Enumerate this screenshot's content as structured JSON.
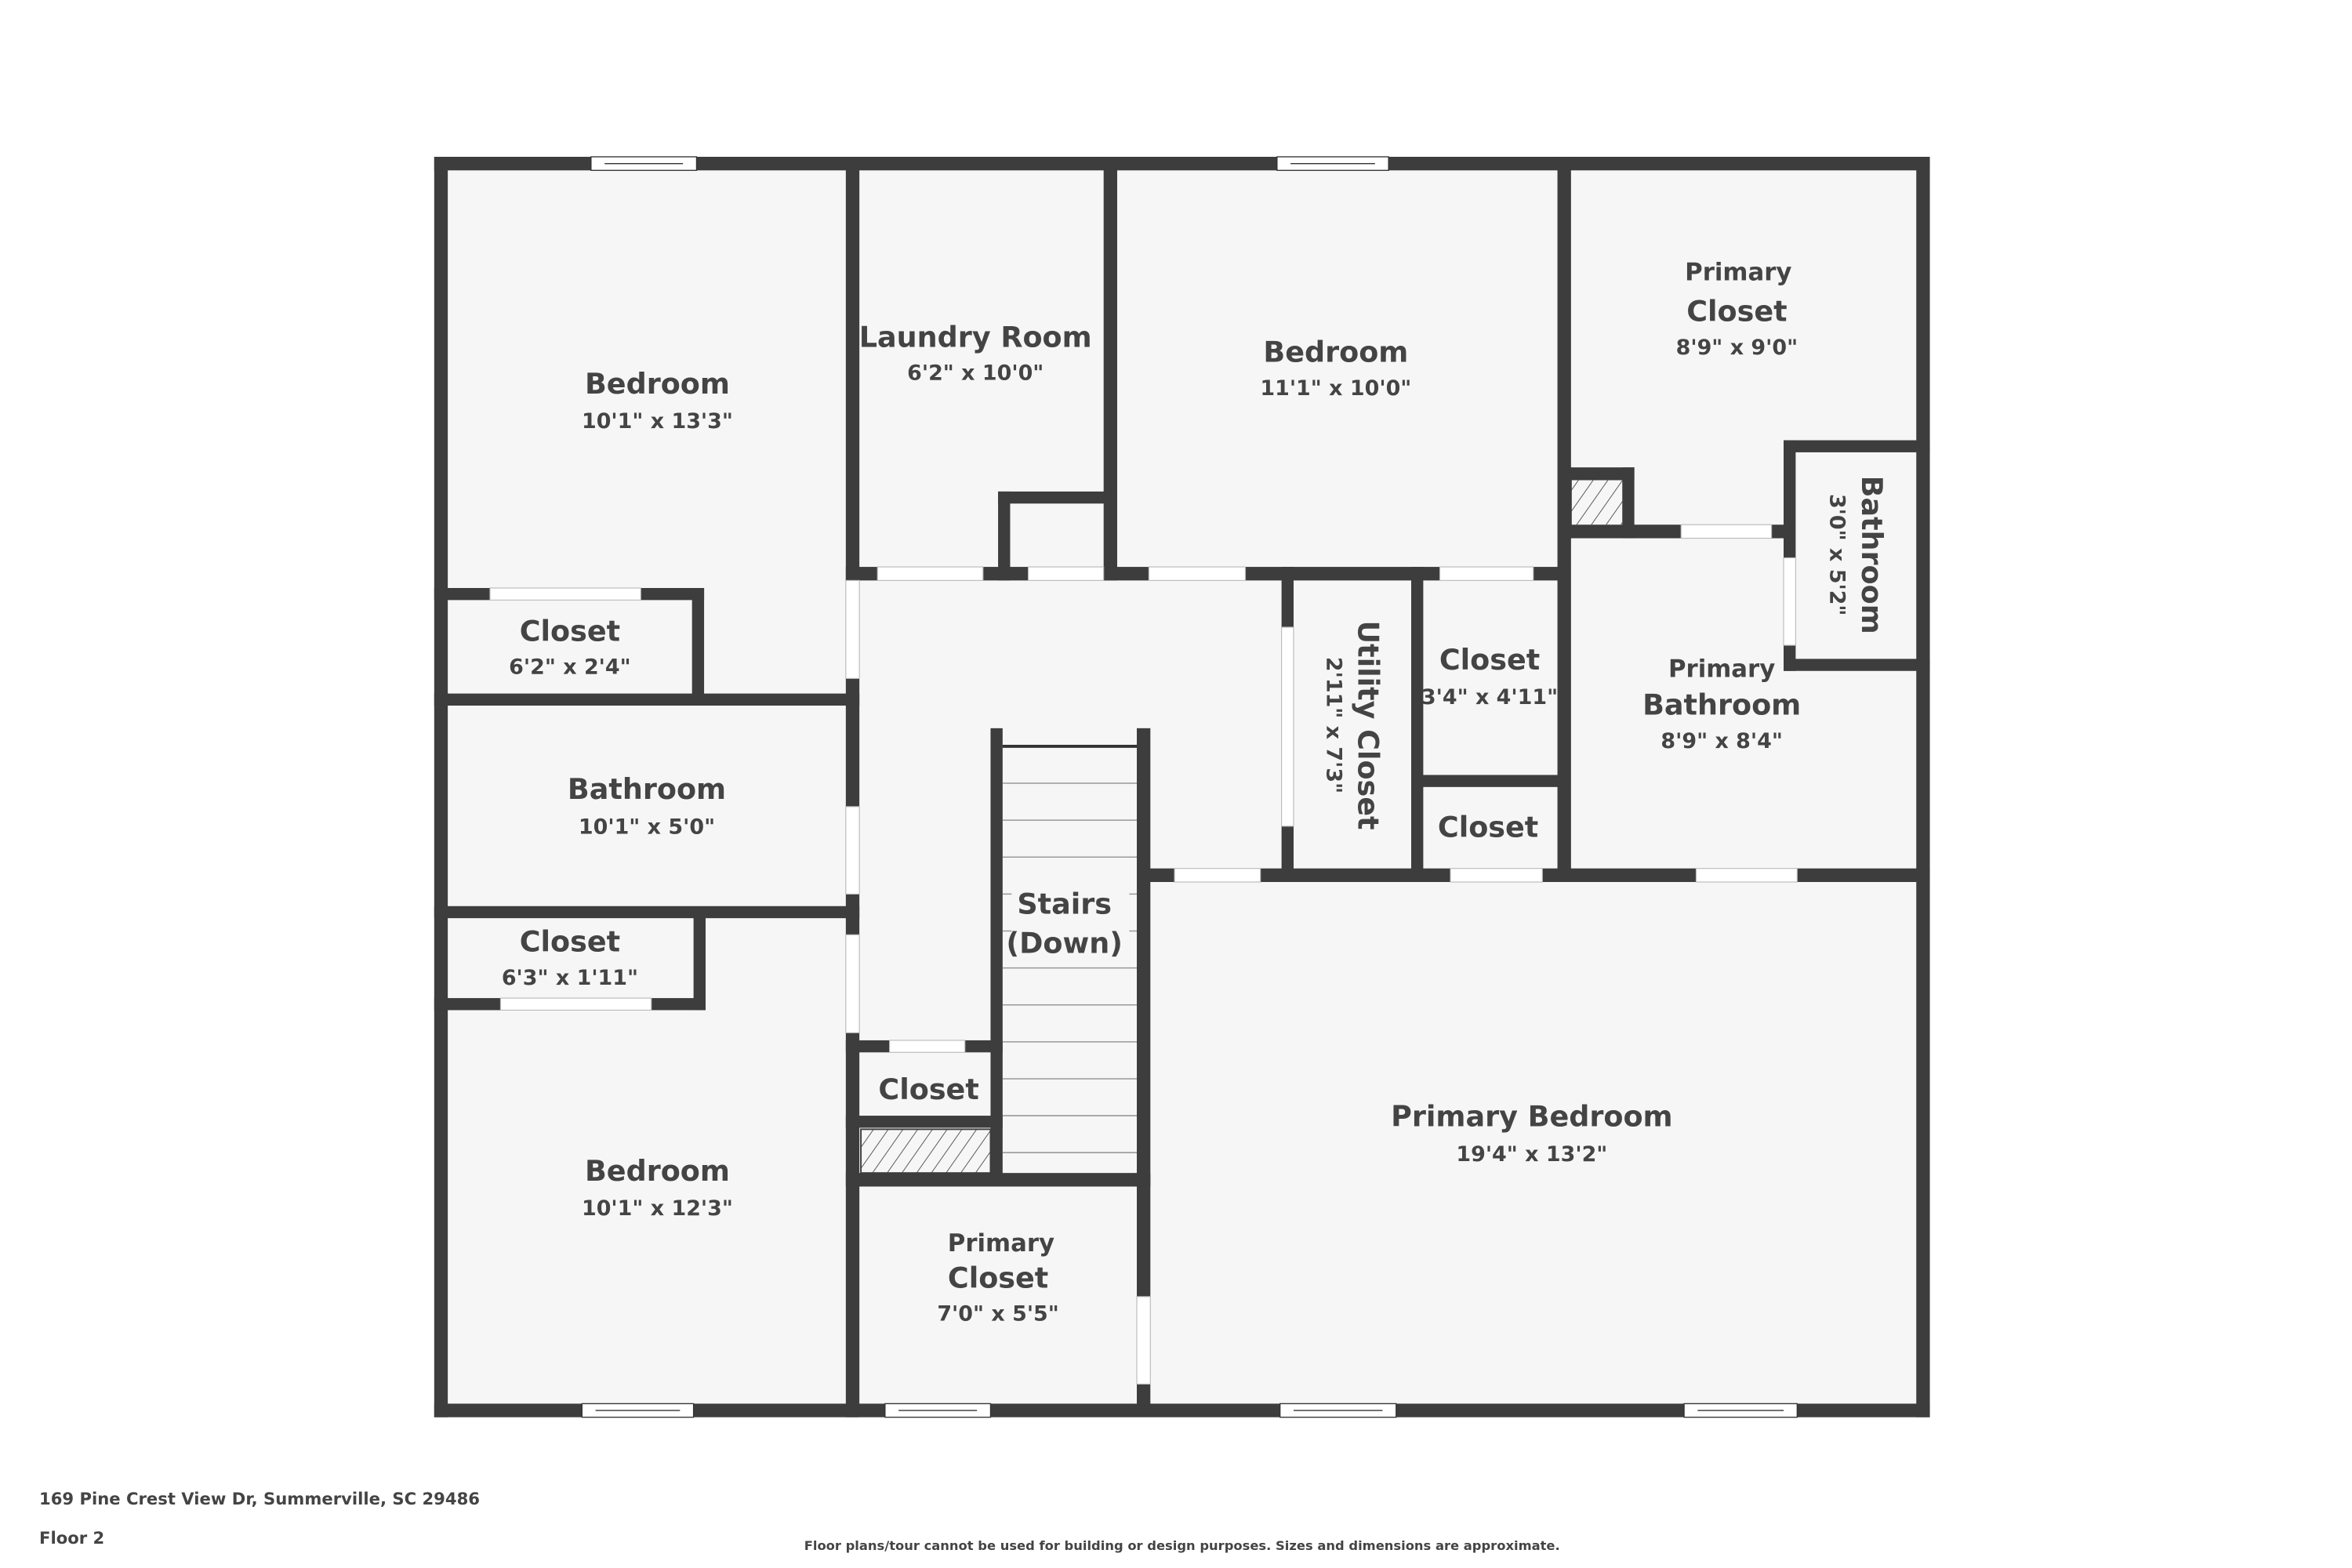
{
  "colors": {
    "wall": "#3d3d3d",
    "floor": "#f6f6f6",
    "text": "#444444",
    "opening": "#ffffff"
  },
  "rooms": {
    "bedroom_nw": {
      "name": "Bedroom",
      "dims": "10'1\" x 13'3\""
    },
    "laundry": {
      "name": "Laundry Room",
      "dims": "6'2\" x 10'0\""
    },
    "bedroom_n": {
      "name": "Bedroom",
      "dims": "11'1\" x 10'0\""
    },
    "primary_closet_ne": {
      "prefix": "Primary",
      "name": "Closet",
      "dims": "8'9\" x 9'0\""
    },
    "bathroom_small": {
      "name": "Bathroom",
      "dims": "3'0\" x 5'2\""
    },
    "closet_a": {
      "name": "Closet",
      "dims": "6'2\" x 2'4\""
    },
    "bathroom_w": {
      "name": "Bathroom",
      "dims": "10'1\" x 5'0\""
    },
    "closet_b": {
      "name": "Closet",
      "dims": "6'3\" x 1'11\""
    },
    "bedroom_sw": {
      "name": "Bedroom",
      "dims": "10'1\" x 12'3\""
    },
    "utility_closet": {
      "name": "Utility Closet",
      "dims": "2'11\" x 7'3\""
    },
    "closet_c": {
      "name": "Closet",
      "dims": "3'4\" x 4'11\""
    },
    "closet_d": {
      "name": "Closet"
    },
    "primary_bathroom": {
      "prefix": "Primary",
      "name": "Bathroom",
      "dims": "8'9\" x 8'4\""
    },
    "stairs": {
      "name": "Stairs",
      "note": "(Down)"
    },
    "closet_e": {
      "name": "Closet"
    },
    "primary_closet_s": {
      "prefix": "Primary",
      "name": "Closet",
      "dims": "7'0\" x 5'5\""
    },
    "primary_bedroom": {
      "name": "Primary Bedroom",
      "dims": "19'4\" x 13'2\""
    }
  },
  "footer": {
    "address": "169 Pine Crest View Dr, Summerville, SC 29486",
    "floor": "Floor 2",
    "disclaimer": "Floor plans/tour cannot be used for building or design purposes. Sizes and dimensions are approximate."
  }
}
